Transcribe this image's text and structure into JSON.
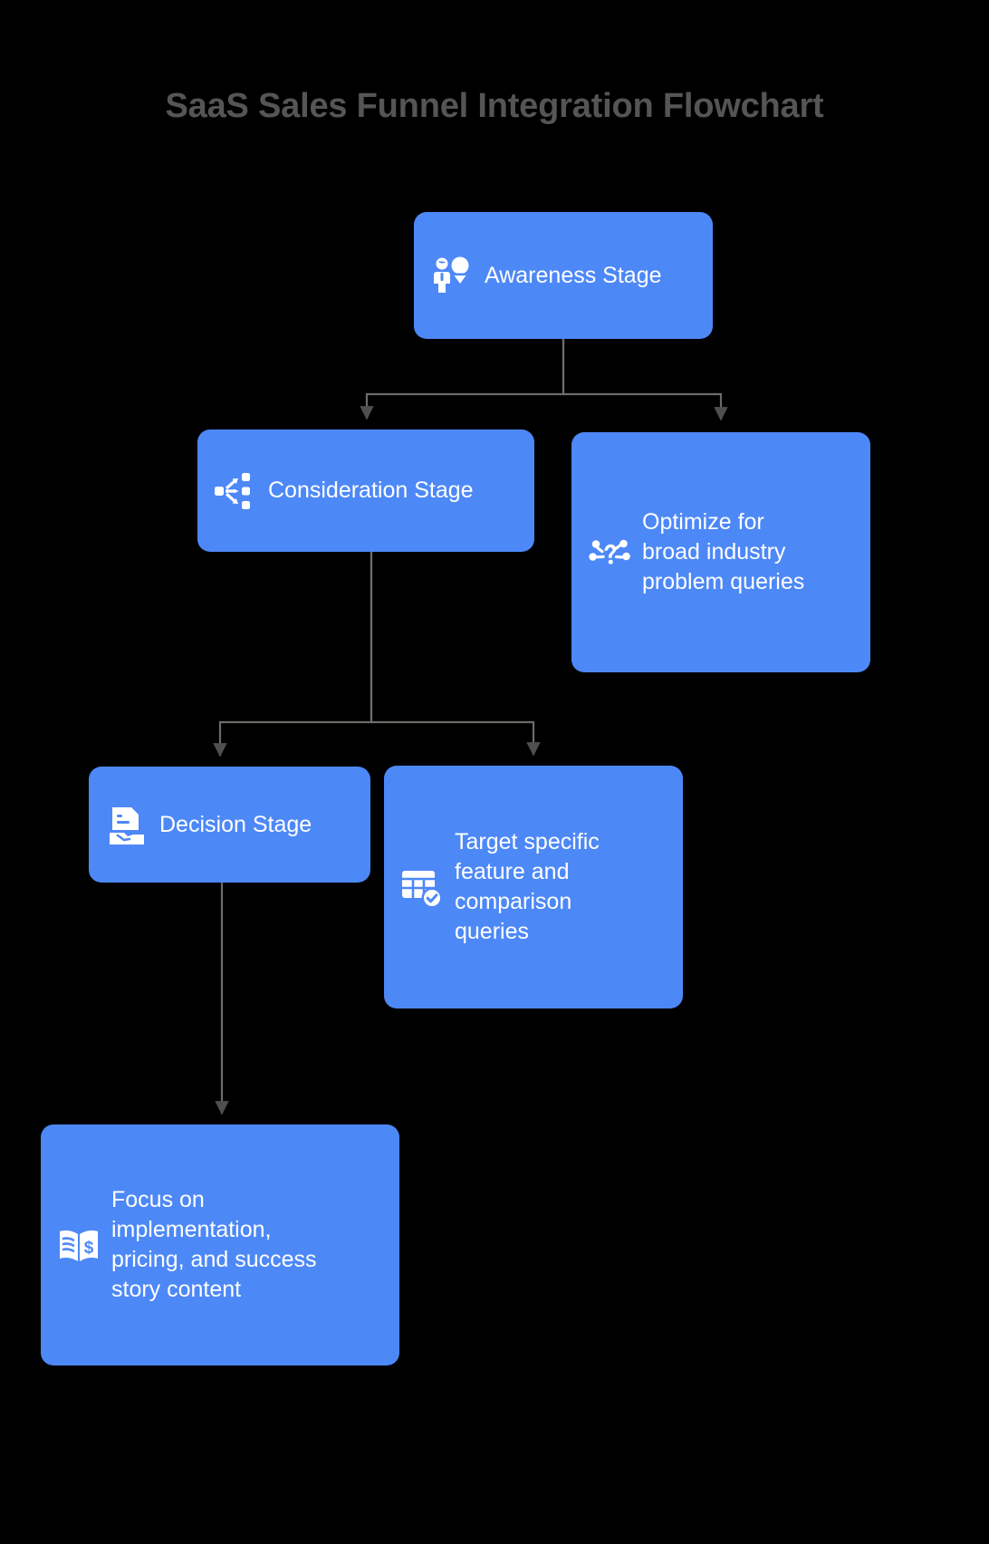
{
  "page": {
    "title": "SaaS Sales Funnel Integration Flowchart",
    "background_color": "#000000",
    "title_color": "#555555",
    "node_color": "#4d88f7",
    "node_text_color": "#ffffff",
    "edge_color": "#6b6b68"
  },
  "chart_data": {
    "type": "diagram",
    "diagram_kind": "flowchart",
    "orientation": "top-down",
    "title": "SaaS Sales Funnel Integration Flowchart",
    "nodes": [
      {
        "id": "awareness",
        "label": "Awareness Stage",
        "icon": "person-lightbulb-icon",
        "level": 0
      },
      {
        "id": "consideration",
        "label": "Consideration Stage",
        "icon": "branch-distribute-icon",
        "level": 1
      },
      {
        "id": "optimize",
        "label": "Optimize for broad industry problem queries",
        "icon": "question-radiate-icon",
        "level": 1
      },
      {
        "id": "decision",
        "label": "Decision Stage",
        "icon": "contract-handshake-icon",
        "level": 2
      },
      {
        "id": "target",
        "label": "Target specific feature and comparison queries",
        "icon": "table-check-icon",
        "level": 2
      },
      {
        "id": "focus",
        "label": "Focus on implementation, pricing, and success story content",
        "icon": "book-dollar-icon",
        "level": 3
      }
    ],
    "edges": [
      {
        "from": "awareness",
        "to": "consideration"
      },
      {
        "from": "awareness",
        "to": "optimize"
      },
      {
        "from": "consideration",
        "to": "decision"
      },
      {
        "from": "consideration",
        "to": "target"
      },
      {
        "from": "decision",
        "to": "focus"
      }
    ]
  },
  "nodes": {
    "awareness": {
      "label": "Awareness Stage"
    },
    "consideration": {
      "label": "Consideration Stage"
    },
    "optimize": {
      "label": "Optimize for\nbroad industry\nproblem queries"
    },
    "decision": {
      "label": "Decision Stage"
    },
    "target": {
      "label": "Target specific\nfeature and\ncomparison\nqueries"
    },
    "focus": {
      "label": "Focus on\nimplementation,\npricing, and success\nstory content"
    }
  }
}
